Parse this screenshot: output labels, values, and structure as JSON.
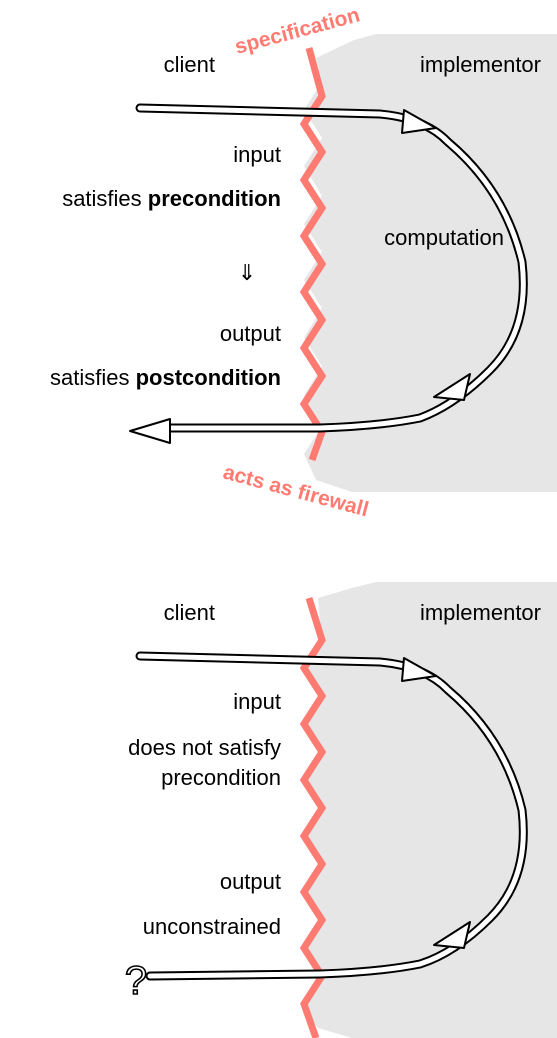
{
  "colors": {
    "firewall": "#ff7b72",
    "implementor_region": "#e6e6e6",
    "arrow_stroke": "#000000",
    "arrow_fill": "#ffffff"
  },
  "top_panel": {
    "spec_label": "specification",
    "client_label": "client",
    "implementor_label": "implementor",
    "input_label": "input",
    "pre_prefix": "satisfies ",
    "pre_keyword": "precondition",
    "implies_symbol": "⇓",
    "output_label": "output",
    "post_prefix": "satisfies ",
    "post_keyword": "postcondition",
    "computation_label": "computation",
    "firewall_label": "acts as firewall"
  },
  "bottom_panel": {
    "client_label": "client",
    "implementor_label": "implementor",
    "input_label": "input",
    "not_satisfy_line1": "does not satisfy",
    "not_satisfy_line2": "precondition",
    "output_label": "output",
    "unconstrained_label": "unconstrained",
    "unknown_symbol": "?"
  }
}
